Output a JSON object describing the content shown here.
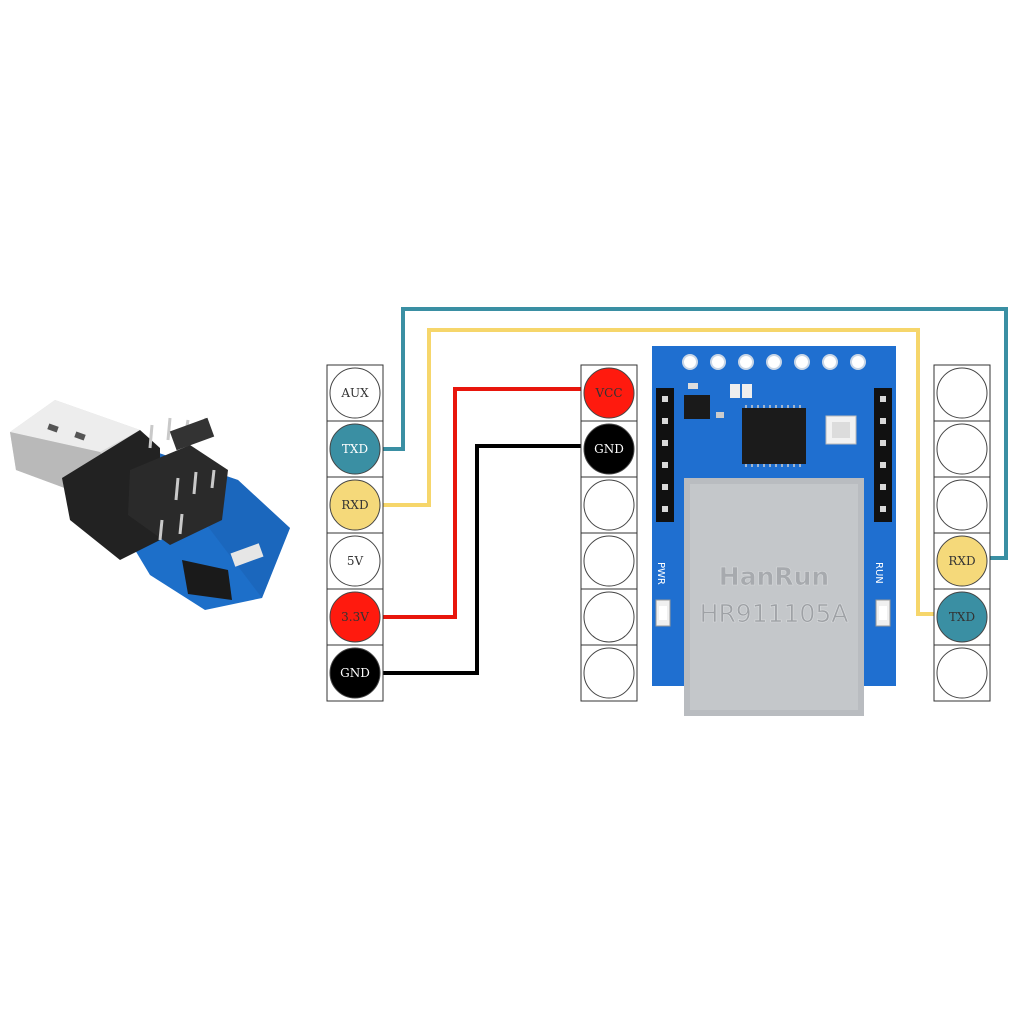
{
  "colors": {
    "teal": "#3a8fa3",
    "yellow": "#f5d97a",
    "red": "#ff1a0e",
    "black": "#000000",
    "white": "#ffffff",
    "board_blue": "#1f6fd0",
    "wire_red": "#e8160c",
    "wire_yellow": "#f6d66b",
    "wire_teal": "#3a8fa3"
  },
  "usb_adapter": {
    "icon": "usb-ttl-adapter-photo"
  },
  "left_header": {
    "pins": [
      {
        "label": "AUX",
        "color": "#ffffff",
        "text_color": "#333333"
      },
      {
        "label": "TXD",
        "color": "#3a8fa3",
        "text_color": "#ffffff"
      },
      {
        "label": "RXD",
        "color": "#f5d97a",
        "text_color": "#333333"
      },
      {
        "label": "5V",
        "color": "#ffffff",
        "text_color": "#333333"
      },
      {
        "label": "3.3V",
        "color": "#ff1a0e",
        "text_color": "#333333"
      },
      {
        "label": "GND",
        "color": "#000000",
        "text_color": "#ffffff"
      }
    ]
  },
  "middle_header": {
    "pins": [
      {
        "label": "VCC",
        "color": "#ff1a0e",
        "text_color": "#333333"
      },
      {
        "label": "GND",
        "color": "#000000",
        "text_color": "#ffffff"
      },
      {
        "label": "",
        "color": "#ffffff",
        "text_color": "#333333"
      },
      {
        "label": "",
        "color": "#ffffff",
        "text_color": "#333333"
      },
      {
        "label": "",
        "color": "#ffffff",
        "text_color": "#333333"
      },
      {
        "label": "",
        "color": "#ffffff",
        "text_color": "#333333"
      }
    ]
  },
  "right_header": {
    "pins": [
      {
        "label": "",
        "color": "#ffffff",
        "text_color": "#333333"
      },
      {
        "label": "",
        "color": "#ffffff",
        "text_color": "#333333"
      },
      {
        "label": "",
        "color": "#ffffff",
        "text_color": "#333333"
      },
      {
        "label": "RXD",
        "color": "#f5d97a",
        "text_color": "#333333"
      },
      {
        "label": "TXD",
        "color": "#3a8fa3",
        "text_color": "#333333"
      },
      {
        "label": "",
        "color": "#ffffff",
        "text_color": "#333333"
      }
    ]
  },
  "module": {
    "brand": "HanRun",
    "part": "HR911105A",
    "pwr_label": "PWR",
    "run_label": "RUN"
  },
  "wires": [
    {
      "from": "left TXD",
      "to": "right RXD",
      "color": "#3a8fa3"
    },
    {
      "from": "left RXD",
      "to": "right TXD",
      "color": "#f6d66b"
    },
    {
      "from": "left 3.3V",
      "to": "middle VCC",
      "color": "#e8160c"
    },
    {
      "from": "left GND",
      "to": "middle GND",
      "color": "#000000"
    }
  ]
}
